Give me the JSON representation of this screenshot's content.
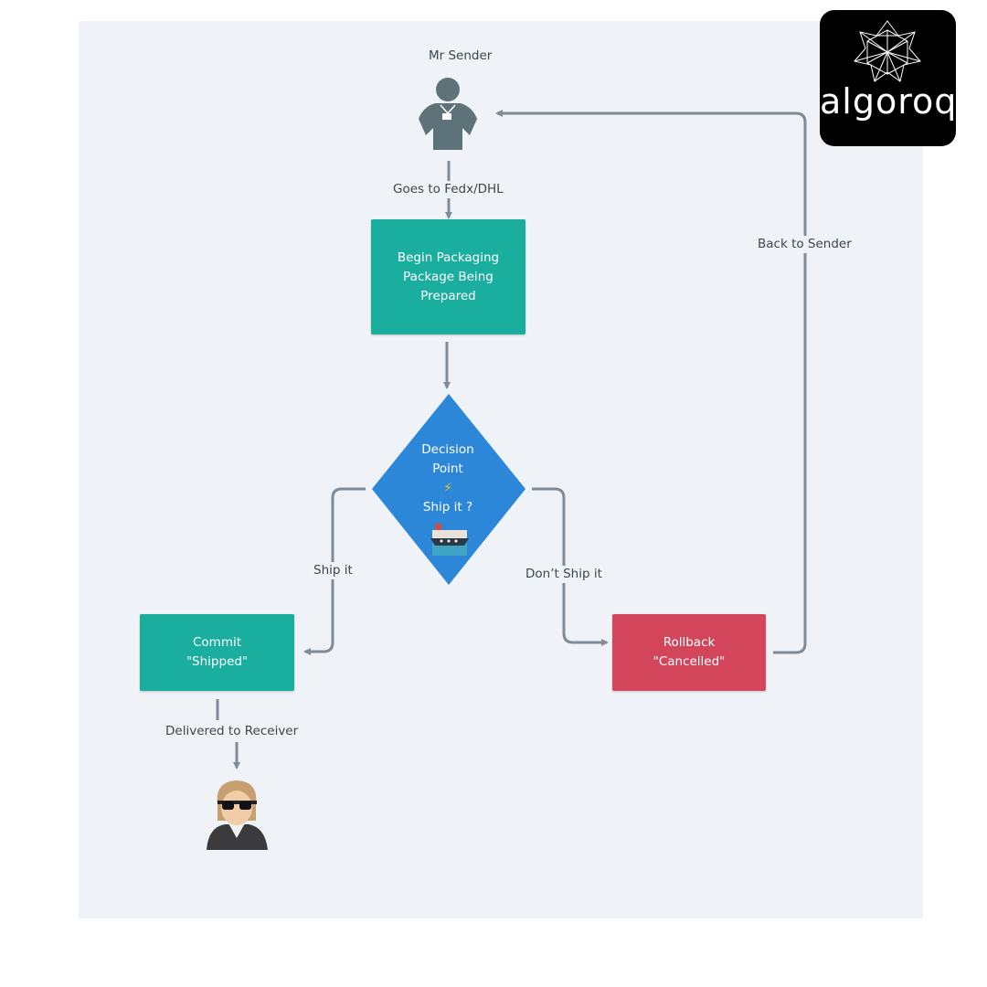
{
  "diagram": {
    "sender_label": "Mr Sender",
    "edges": {
      "goes_to": "Goes to Fedx/DHL",
      "ship_it": "Ship it",
      "dont_ship": "Don’t Ship it",
      "back_to_sender": "Back to Sender",
      "delivered": "Delivered to Receiver"
    },
    "nodes": {
      "packaging": {
        "lines": [
          "Begin Packaging",
          "Package Being",
          "Prepared"
        ]
      },
      "decision": {
        "lines": [
          "Decision",
          "Point",
          "⚡",
          "Ship it ?"
        ]
      },
      "commit": {
        "lines": [
          "Commit",
          "\"Shipped\""
        ]
      },
      "rollback": {
        "lines": [
          "Rollback",
          "\"Cancelled\""
        ]
      }
    },
    "colors": {
      "canvas": "#eff2f6",
      "teal": "#1aae9f",
      "red": "#d3455b",
      "decision_blue": "#2d87d8",
      "connector": "#7f8c97"
    },
    "icons": [
      "person-sender-icon",
      "gift-icon",
      "ship-icon",
      "receiver-icon"
    ]
  },
  "logo": {
    "text": "algoroq"
  }
}
